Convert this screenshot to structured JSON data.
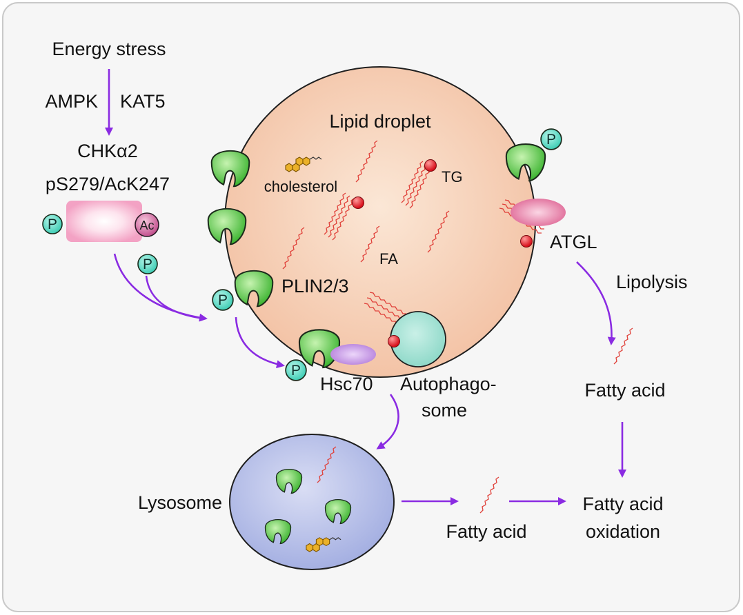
{
  "labels": {
    "energy_stress": "Energy stress",
    "ampk": "AMPK",
    "kat5": "KAT5",
    "chka2": "CHKα2",
    "ps279": "pS279/AcK247",
    "lipid_droplet": "Lipid droplet",
    "cholesterol": "cholesterol",
    "tg": "TG",
    "fa": "FA",
    "atgl": "ATGL",
    "lipolysis": "Lipolysis",
    "plin": "PLIN2/3",
    "hsc70": "Hsc70",
    "autophago_1": "Autophago-",
    "autophago_2": "some",
    "lysosome": "Lysosome",
    "fatty_acid_right": "Fatty acid",
    "fatty_acid_bottom": "Fatty acid",
    "oxidation_1": "Fatty acid",
    "oxidation_2": "oxidation",
    "phospho": "P",
    "acetyl": "Ac"
  },
  "colors": {
    "arrow": "#8a2be2",
    "droplet": "#f7d0b8",
    "plin_green": "#5fcd4e",
    "phospho_teal": "#5fe0c8",
    "red_head": "#e8202a",
    "atgl_pink": "#e67aa4",
    "hsc70_purple": "#c38fe0",
    "autophagosome": "#9ee0d2",
    "lysosome": "#b6bfe8",
    "cholesterol_gold": "#e8b32a"
  }
}
